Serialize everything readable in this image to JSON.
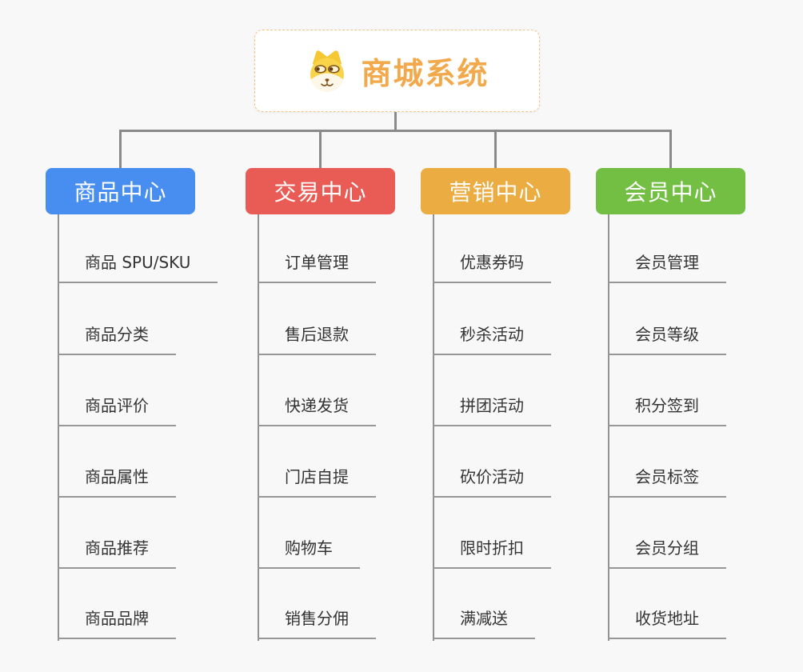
{
  "root": {
    "title": "商城系统",
    "icon": "dog-face-icon",
    "title_color": "#f2a94c",
    "border_color": "#f3c383"
  },
  "connector_color": "#8a8a8a",
  "columns": [
    {
      "title": "商品中心",
      "color": "#478ef0",
      "items": [
        "商品 SPU/SKU",
        "商品分类",
        "商品评价",
        "商品属性",
        "商品推荐",
        "商品品牌"
      ]
    },
    {
      "title": "交易中心",
      "color": "#e95b55",
      "items": [
        "订单管理",
        "售后退款",
        "快递发货",
        "门店自提",
        "购物车",
        "销售分佣"
      ]
    },
    {
      "title": "营销中心",
      "color": "#ebad41",
      "items": [
        "优惠券码",
        "秒杀活动",
        "拼团活动",
        "砍价活动",
        "限时折扣",
        "满减送"
      ]
    },
    {
      "title": "会员中心",
      "color": "#73bf44",
      "items": [
        "会员管理",
        "会员等级",
        "积分签到",
        "会员标签",
        "会员分组",
        "收货地址"
      ]
    }
  ]
}
